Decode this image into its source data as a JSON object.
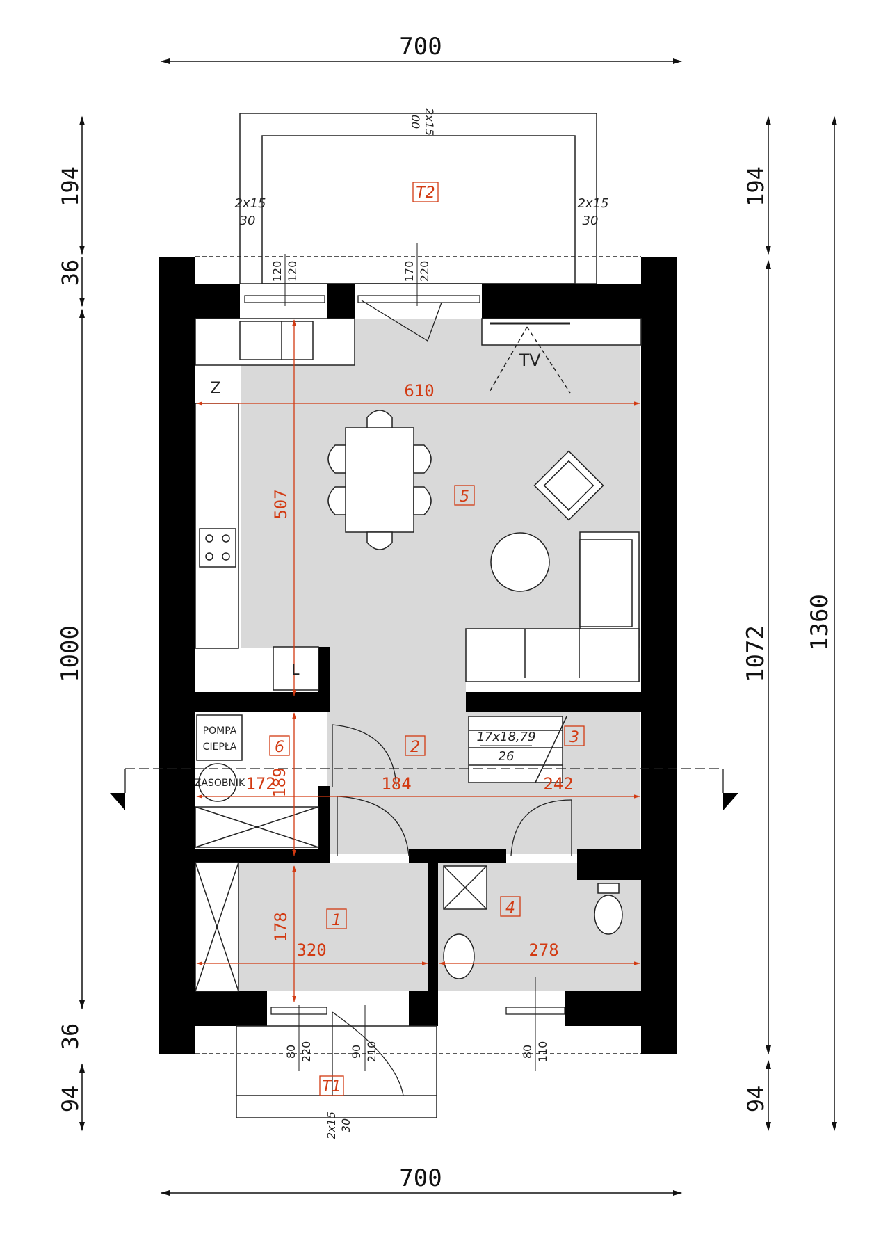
{
  "dimensions": {
    "top_width": "700",
    "bottom_width": "700",
    "left_terrace_depth": "194",
    "left_wall_top": "36",
    "left_interior": "1000",
    "left_wall_bottom": "36",
    "left_entry_depth": "94",
    "right_terrace_depth": "194",
    "right_interior": "1072",
    "right_entry_depth": "94",
    "total_depth": "1360"
  },
  "rooms": {
    "terrace_rear": "T2",
    "terrace_front": "T1",
    "room_1": "1",
    "room_2": "2",
    "room_3": "3",
    "room_4": "4",
    "room_5": "5",
    "room_6": "6"
  },
  "interior_dims": {
    "living_width": "610",
    "living_depth": "507",
    "room6_width": "172",
    "room6_depth": "189",
    "hall_width": "184",
    "stair_width": "242",
    "room1_width": "320",
    "room1_depth": "178",
    "room4_width": "278"
  },
  "stairs": {
    "spec": "17x18,79",
    "run": "26"
  },
  "terrace_steps": {
    "rear_left": "2x15",
    "rear_left_sub": "30",
    "rear_right": "2x15",
    "rear_right_sub": "30",
    "rear_top": "2x15",
    "rear_top_sub": "00",
    "front": "2x15",
    "front_sub": "30"
  },
  "windows": {
    "rear_left_w": "120",
    "rear_left_h": "120",
    "rear_door_w": "170",
    "rear_door_h": "220",
    "front_left_w": "80",
    "front_left_h": "220",
    "front_door_w": "90",
    "front_door_h": "210",
    "front_right_w": "80",
    "front_right_h": "110"
  },
  "labels": {
    "tv": "TV",
    "z": "Z",
    "l": "L",
    "heat_pump_line1": "POMPA",
    "heat_pump_line2": "CIEPŁA",
    "tank": "ZASOBNIK"
  },
  "colors": {
    "wall": "#000000",
    "floor": "#d9d9d9",
    "dim_red": "#d23a12",
    "line": "#222222"
  }
}
